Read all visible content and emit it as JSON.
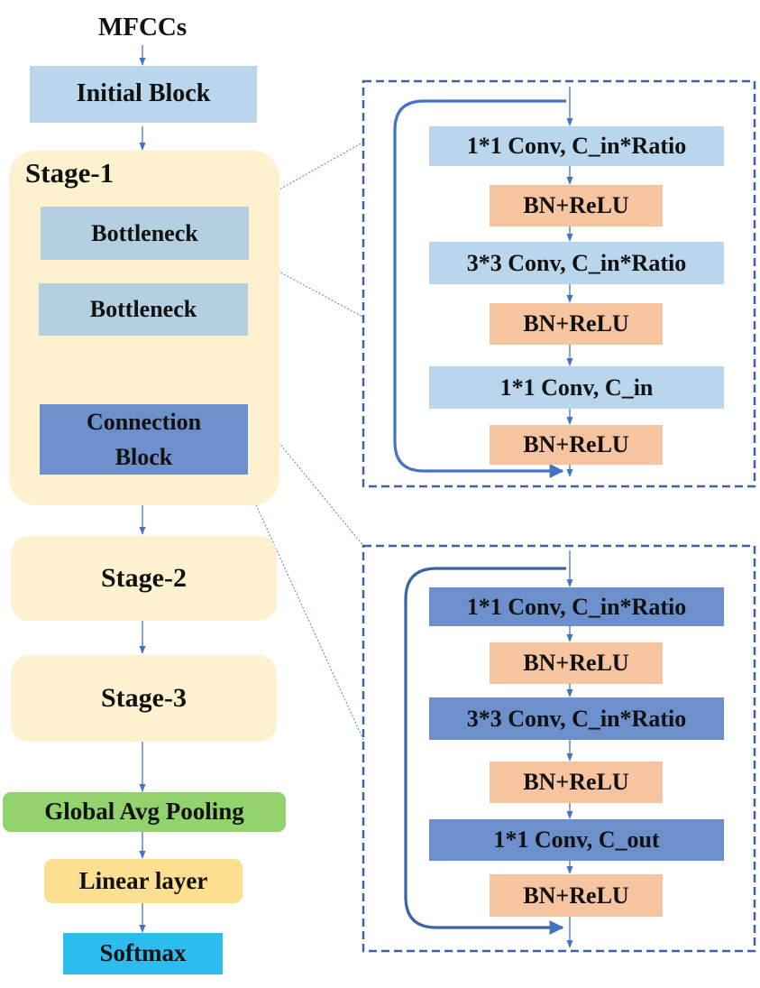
{
  "input_label": "MFCCs",
  "main_flow": {
    "initial_block": "Initial Block",
    "stage1_title": "Stage-1",
    "bottleneck_1": "Bottleneck",
    "bottleneck_2": "Bottleneck",
    "connection_block": "Connection\nBlock",
    "stage2": "Stage-2",
    "stage3": "Stage-3",
    "global_pooling": "Global Avg Pooling",
    "linear_layer": "Linear layer",
    "softmax": "Softmax"
  },
  "bottleneck_detail": {
    "conv1": "1*1 Conv, C_in*Ratio",
    "bn1": "BN+ReLU",
    "conv2": "3*3 Conv, C_in*Ratio",
    "bn2": "BN+ReLU",
    "conv3": "1*1 Conv,  C_in",
    "bn3": "BN+ReLU"
  },
  "connection_detail": {
    "conv1": "1*1 Conv, C_in*Ratio",
    "bn1": "BN+ReLU",
    "conv2": "3*3 Conv, C_in*Ratio",
    "bn2": "BN+ReLU",
    "conv3": "1*1 Conv,  C_out",
    "bn3": "BN+ReLU"
  },
  "colors": {
    "initial_block": "#b9d6ec",
    "stage_panel": "#fdf1cf",
    "bottleneck": "#b3cfe1",
    "connection_block": "#6d8fcb",
    "detail_conv_light": "#b9d6ec",
    "detail_conv_dark": "#6d8fcb",
    "bn_relu": "#f7c4a0",
    "global_pooling": "#92d36e",
    "linear_layer": "#fde08f",
    "softmax": "#2cbcf0",
    "arrow": "#4472c4",
    "dashed_border": "#3e62a8"
  }
}
